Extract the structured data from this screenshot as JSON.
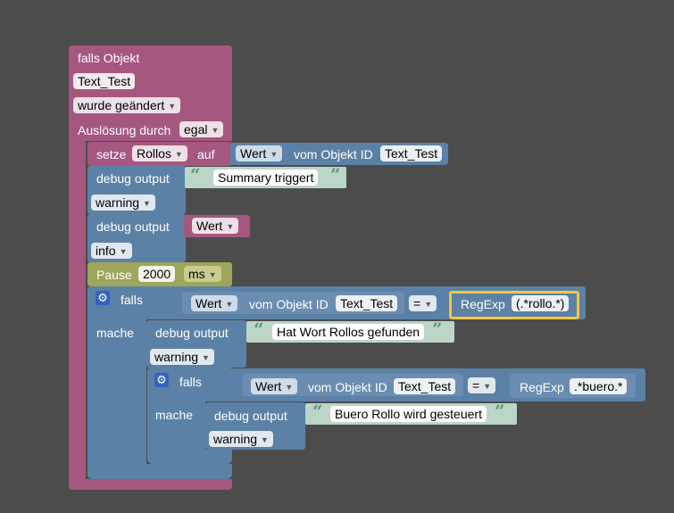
{
  "main_if": {
    "title": "falls Objekt",
    "object_id": "Text_Test",
    "condition": "wurde geändert",
    "trigger_label": "Auslösung durch",
    "trigger_value": "egal"
  },
  "set_block": {
    "label": "setze",
    "variable": "Rollos",
    "to_label": "auf",
    "value_type": "Wert",
    "from_label": "vom Objekt ID",
    "object_id": "Text_Test"
  },
  "debug1": {
    "label": "debug output",
    "text": "Summary triggert",
    "level": "warning"
  },
  "debug2": {
    "label": "debug output",
    "value": "Wert",
    "level": "info"
  },
  "pause": {
    "label": "Pause",
    "value": "2000",
    "unit": "ms"
  },
  "if1": {
    "label": "falls",
    "do_label": "mache",
    "value_type": "Wert",
    "from_label": "vom Objekt ID",
    "object_id": "Text_Test",
    "operator": "=",
    "regexp_label": "RegExp",
    "regexp_value": "(.*rollo.*)"
  },
  "debug3": {
    "label": "debug output",
    "text": "Hat Wort Rollos gefunden",
    "level": "warning"
  },
  "if2": {
    "label": "falls",
    "do_label": "mache",
    "value_type": "Wert",
    "from_label": "vom Objekt ID",
    "object_id": "Text_Test",
    "operator": "=",
    "regexp_label": "RegExp",
    "regexp_value": ".*buero.*"
  },
  "debug4": {
    "label": "debug output",
    "text": "Buero Rollo wird gesteuert",
    "level": "warning"
  },
  "icons": {
    "gear": "gear-icon",
    "dropdown": "dropdown-arrow-icon"
  },
  "colors": {
    "workspace": "#4c4c4c",
    "event_block": "#a5577f",
    "action_block": "#5c81a6",
    "timer_block": "#9fa55b",
    "string_block": "#bbd5c7",
    "selection": "#f5c542"
  }
}
